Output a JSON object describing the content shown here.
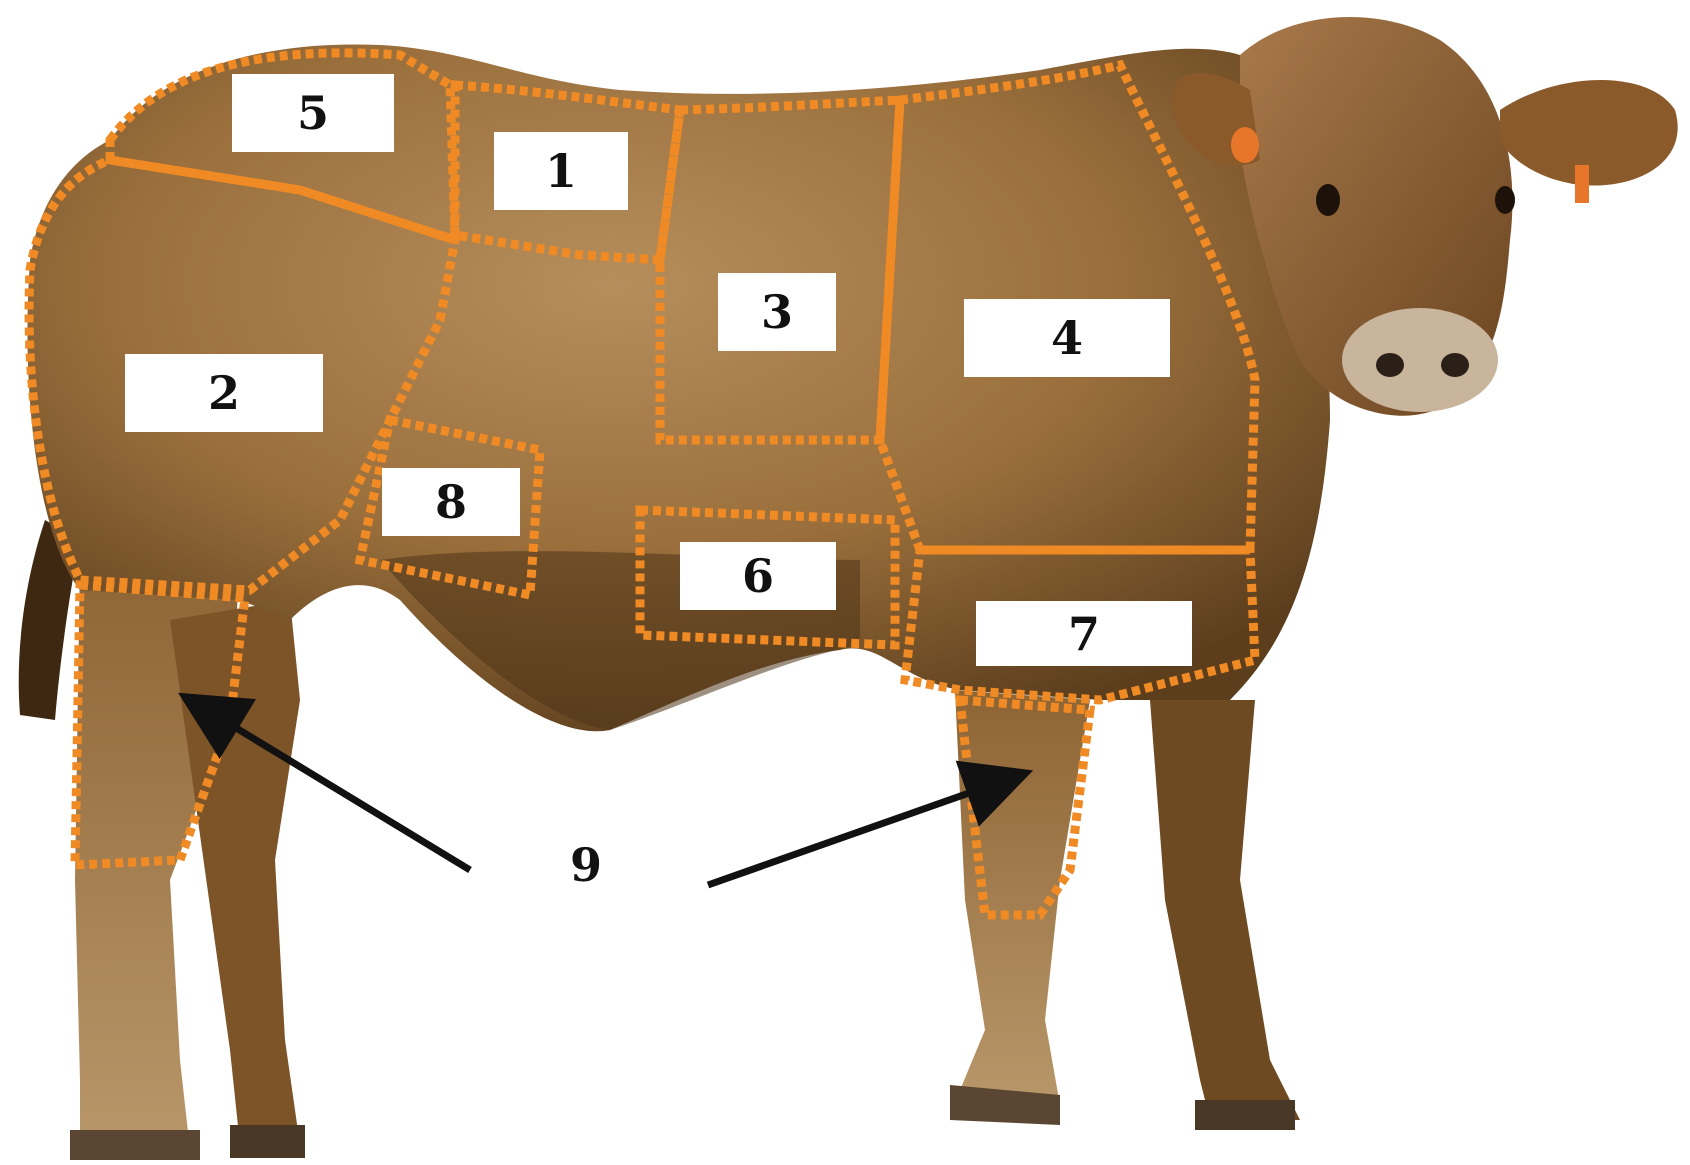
{
  "diagram": {
    "regions": [
      {
        "id": "region-5",
        "label": "5"
      },
      {
        "id": "region-1",
        "label": "1"
      },
      {
        "id": "region-3",
        "label": "3"
      },
      {
        "id": "region-4",
        "label": "4"
      },
      {
        "id": "region-2",
        "label": "2"
      },
      {
        "id": "region-8",
        "label": "8"
      },
      {
        "id": "region-6",
        "label": "6"
      },
      {
        "id": "region-7",
        "label": "7"
      }
    ],
    "shank_label": "9",
    "colors": {
      "outline": "#f08a24",
      "arrow": "#111111",
      "hide_light": "#b58a55",
      "hide_mid": "#9a6f3c",
      "hide_dark": "#4e3418"
    }
  }
}
